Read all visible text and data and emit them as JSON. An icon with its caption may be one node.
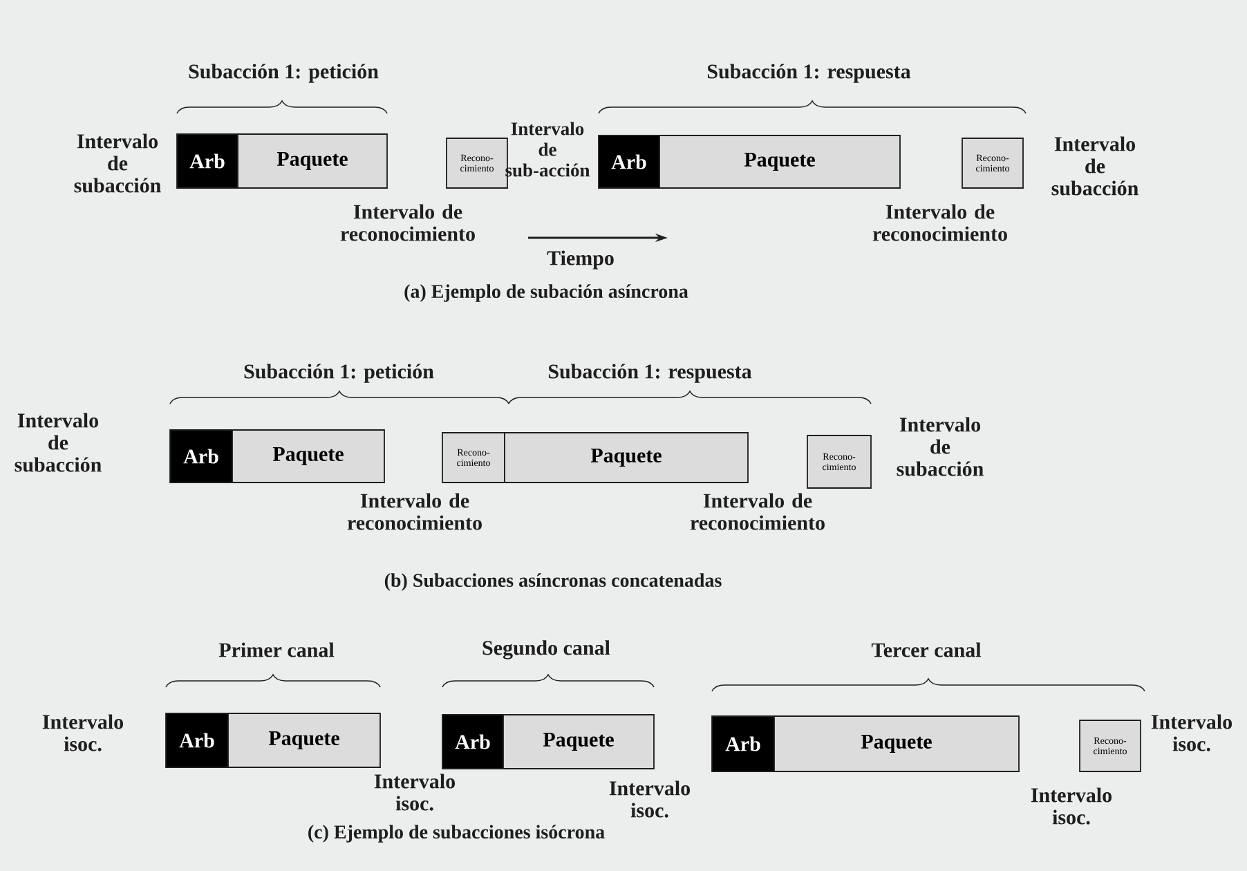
{
  "diagram": {
    "nodes": [
      {
        "text": [
          "Arb"
        ]
      },
      {
        "text": [
          "Paquete"
        ]
      },
      {
        "text": [
          "Recono-cimiento"
        ]
      },
      {
        "text": [
          "Arb"
        ]
      },
      {
        "text": [
          "Paquete"
        ]
      },
      {
        "text": [
          "Recono-cimiento"
        ]
      },
      {
        "text": [
          "Arb"
        ]
      },
      {
        "text": [
          "Paquete"
        ]
      },
      {
        "text": [
          "Recono-cimiento"
        ]
      },
      {
        "text": [
          "Paquete"
        ]
      },
      {
        "text": [
          "Recono-cimiento"
        ]
      },
      {
        "text": [
          "Arb"
        ]
      },
      {
        "text": [
          "Paquete"
        ]
      },
      {
        "text": [
          "Arb"
        ]
      },
      {
        "text": [
          "Paquete"
        ]
      },
      {
        "text": [
          "Arb"
        ]
      },
      {
        "text": [
          "Paquete"
        ]
      },
      {
        "text": [
          "Recono-cimiento"
        ]
      }
    ],
    "labels": [
      "Subacción 1: petición",
      "Subacción 1: respuesta",
      "Intervalo de subacción",
      "Intervalo de sub-acción",
      "Intervalo de subacción",
      "Intervalo de reconocimiento",
      "Intervalo de reconocimiento",
      "Tiempo",
      "(a) Ejemplo de subación asíncrona",
      "Subacción 1: petición",
      "Subacción 1: respuesta",
      "Intervalo de subacción",
      "Intervalo de subacción",
      "Intervalo de reconocimiento",
      "Intervalo de reconocimiento",
      "(b) Subacciones asíncronas concatenadas",
      "Primer canal",
      "Segundo canal",
      "Tercer canal",
      "Intervalo isoc.",
      "Intervalo isoc.",
      "Intervalo isoc.",
      "Intervalo isoc.",
      "Intervalo isoc.",
      "(c) Ejemplo de subacciones isócrona"
    ]
  }
}
